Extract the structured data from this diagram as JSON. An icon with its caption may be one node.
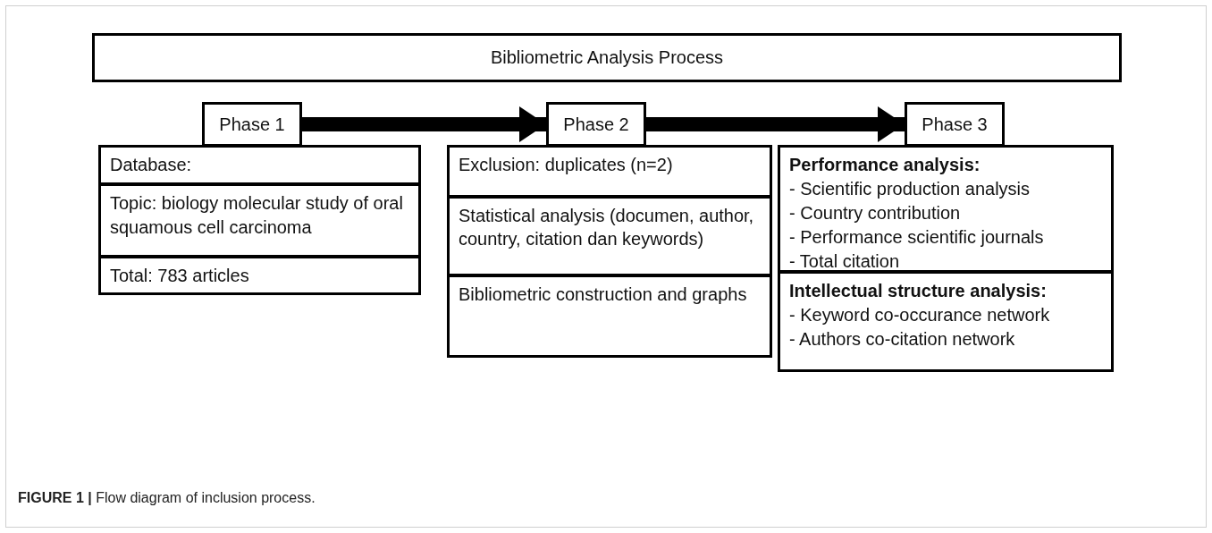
{
  "diagram": {
    "caption": "**FIGURE 1 |** Flow diagram of inclusion process.",
    "nodes": [
      {
        "text": [
          "Bibliometric Analysis Process"
        ]
      },
      {
        "text": [
          "Phase 1"
        ]
      },
      {
        "text": [
          "Database:"
        ]
      },
      {
        "text": [
          "Topic: biology molecular study of oral squamous cell carcinoma"
        ]
      },
      {
        "text": [
          "Total: 783 articles"
        ]
      },
      {
        "text": [
          "Phase 2"
        ]
      },
      {
        "text": [
          "Exclusion: duplicates (n=2)"
        ]
      },
      {
        "text": [
          "Statistical analysis (documen, author, country, citation dan keywords)"
        ]
      },
      {
        "text": [
          "Bibliometric construction and graphs"
        ]
      },
      {
        "text": [
          "Phase 3"
        ]
      },
      {
        "text": [
          "Performance analysis:",
          "- Scientific production analysis",
          "- Country contribution",
          "- Performance scientific journals",
          "- Total citation"
        ]
      },
      {
        "text": [
          "Intellectual structure analysis:",
          "- Keyword co-occurance network",
          "- Authors co-citation network"
        ]
      }
    ],
    "edges": [
      {
        "from": 1,
        "to": 5,
        "arrow": "to"
      },
      {
        "from": 5,
        "to": 9,
        "arrow": "to"
      }
    ]
  }
}
